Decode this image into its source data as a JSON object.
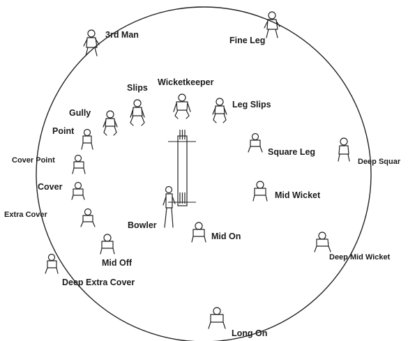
{
  "positions": [
    {
      "id": "third-man",
      "label": "3rd Man"
    },
    {
      "id": "fine-leg",
      "label": "Fine Leg"
    },
    {
      "id": "wicketkeeper",
      "label": "Wicketkeeper"
    },
    {
      "id": "slips",
      "label": "Slips"
    },
    {
      "id": "leg-slips",
      "label": "Leg Slips"
    },
    {
      "id": "gully",
      "label": "Gully"
    },
    {
      "id": "point",
      "label": "Point"
    },
    {
      "id": "cover-point",
      "label": "Cover Point"
    },
    {
      "id": "cover",
      "label": "Cover"
    },
    {
      "id": "extra-cover",
      "label": "Extra Cover"
    },
    {
      "id": "square-leg",
      "label": "Square Leg"
    },
    {
      "id": "deep-square",
      "label": "Deep Squar"
    },
    {
      "id": "mid-wicket",
      "label": "Mid Wicket"
    },
    {
      "id": "bowler",
      "label": "Bowler"
    },
    {
      "id": "mid-on",
      "label": "Mid On"
    },
    {
      "id": "mid-off",
      "label": "Mid Off"
    },
    {
      "id": "deep-mid-wicket",
      "label": "Deep Mid Wicket"
    },
    {
      "id": "deep-extra-cover",
      "label": "Deep Extra Cover"
    },
    {
      "id": "long-on",
      "label": "Long On"
    }
  ]
}
